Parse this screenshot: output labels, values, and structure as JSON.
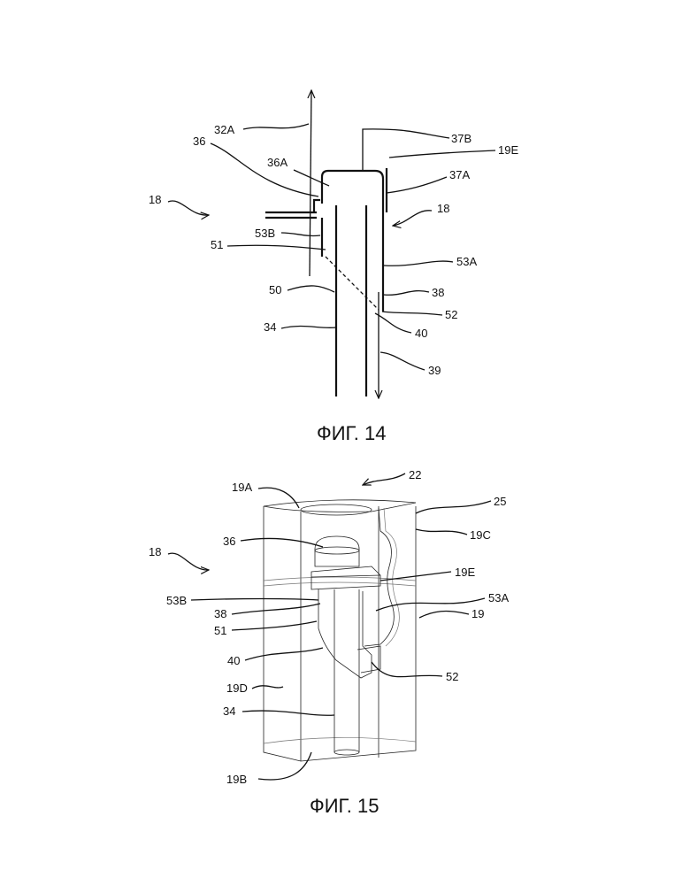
{
  "figures": [
    {
      "caption": "ФИГ. 14",
      "labels": [
        "32A",
        "36",
        "36A",
        "37B",
        "19E",
        "37A",
        "18",
        "18",
        "53B",
        "51",
        "53A",
        "50",
        "38",
        "52",
        "34",
        "40",
        "39"
      ]
    },
    {
      "caption": "ФИГ. 15",
      "labels": [
        "22",
        "19A",
        "25",
        "18",
        "36",
        "19C",
        "19E",
        "53B",
        "53A",
        "38",
        "19",
        "51",
        "40",
        "52",
        "19D",
        "34",
        "19B"
      ]
    }
  ]
}
